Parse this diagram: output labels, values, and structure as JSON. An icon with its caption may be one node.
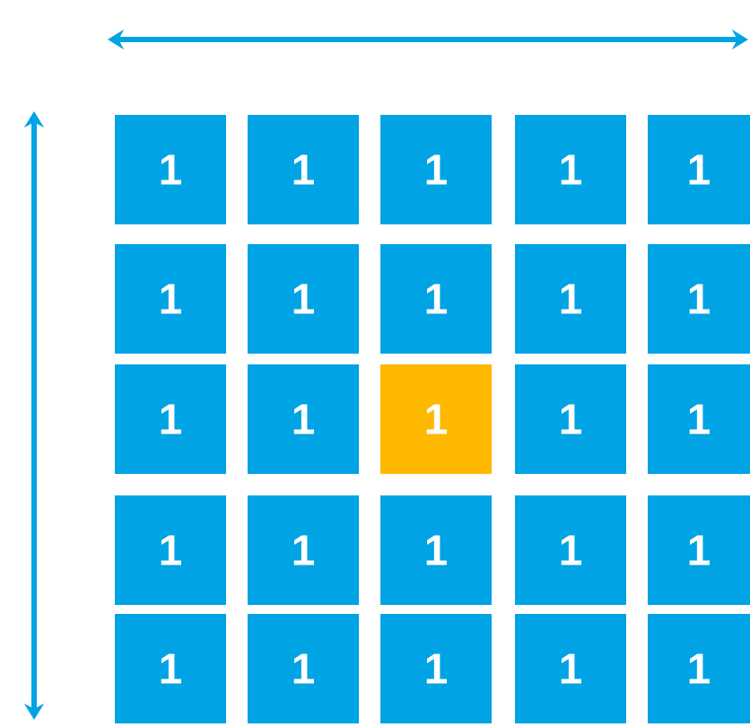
{
  "diagram": {
    "nodes": [
      {
        "text": [
          "1"
        ]
      },
      {
        "text": [
          "1"
        ]
      },
      {
        "text": [
          "1"
        ]
      },
      {
        "text": [
          "1"
        ]
      },
      {
        "text": [
          "1"
        ]
      },
      {
        "text": [
          "1"
        ]
      },
      {
        "text": [
          "1"
        ]
      },
      {
        "text": [
          "1"
        ]
      },
      {
        "text": [
          "1"
        ]
      },
      {
        "text": [
          "1"
        ]
      },
      {
        "text": [
          "1"
        ]
      },
      {
        "text": [
          "1"
        ]
      },
      {
        "text": [
          "1"
        ]
      },
      {
        "text": [
          "1"
        ]
      },
      {
        "text": [
          "1"
        ]
      },
      {
        "text": [
          "1"
        ]
      },
      {
        "text": [
          "1"
        ]
      },
      {
        "text": [
          "1"
        ]
      },
      {
        "text": [
          "1"
        ]
      },
      {
        "text": [
          "1"
        ]
      },
      {
        "text": [
          "1"
        ]
      },
      {
        "text": [
          "1"
        ]
      },
      {
        "text": [
          "1"
        ]
      },
      {
        "text": [
          "1"
        ]
      },
      {
        "text": [
          "1"
        ]
      }
    ]
  }
}
